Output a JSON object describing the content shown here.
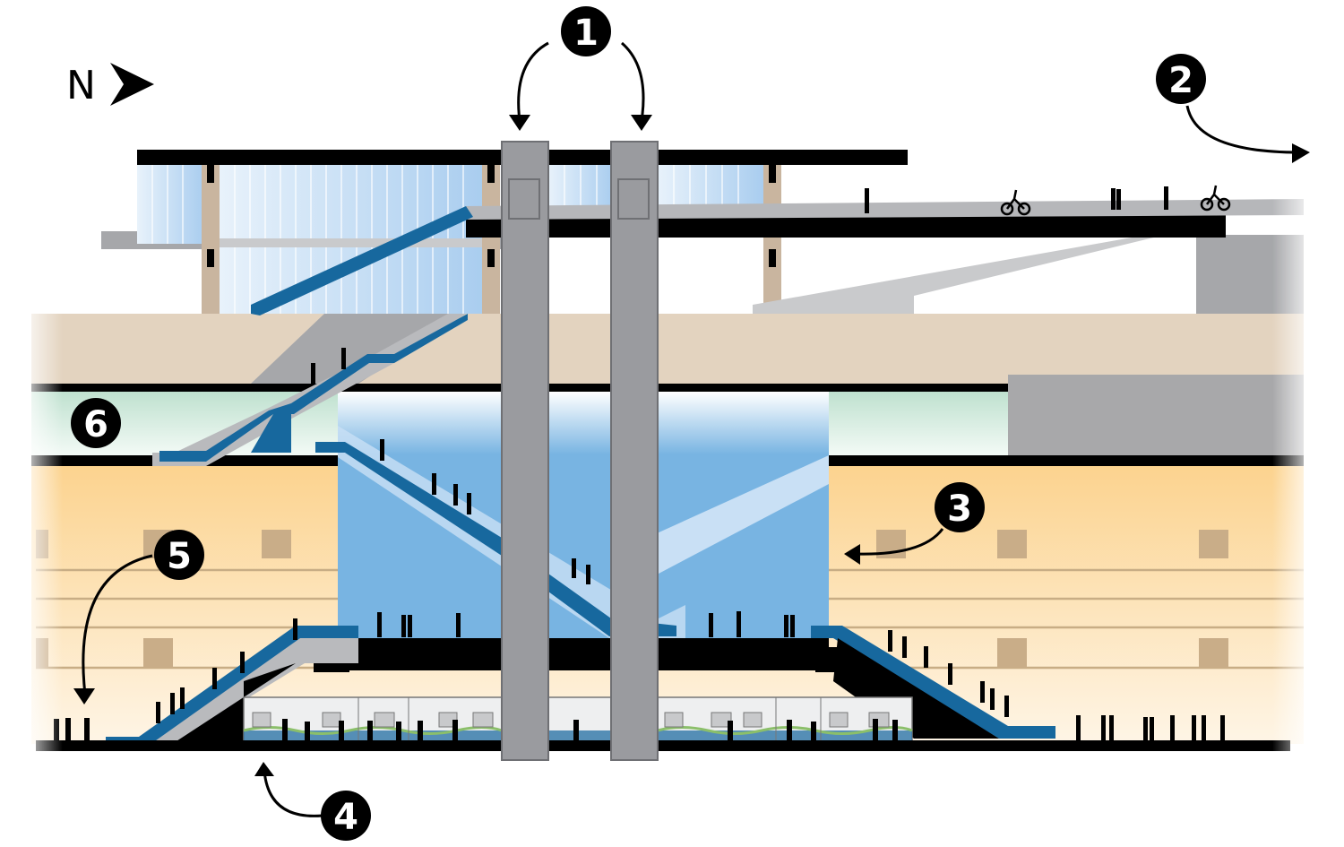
{
  "compass": {
    "label": "N",
    "icon": "arrow-right-icon"
  },
  "callouts": [
    {
      "number": "1"
    },
    {
      "number": "2"
    },
    {
      "number": "3"
    },
    {
      "number": "4"
    },
    {
      "number": "5"
    },
    {
      "number": "6"
    }
  ],
  "colors": {
    "escalator": "#17689e",
    "atrium": "#78b4e2",
    "platform_level": "#fcd38f",
    "concourse": "#c6e6d5",
    "ground": "#e3d3bf",
    "column": "#9a9b9f"
  }
}
